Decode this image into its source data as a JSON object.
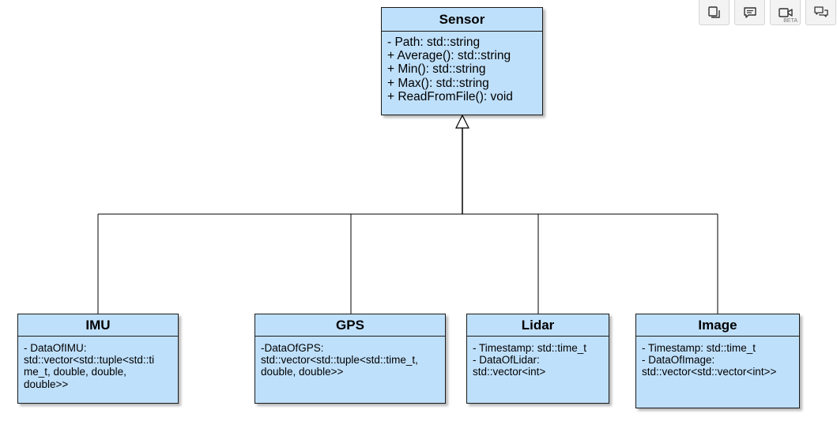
{
  "diagram": {
    "parent": {
      "name": "Sensor",
      "members": [
        "- Path: std::string",
        "+ Average(): std::string",
        "+ Min(): std::string",
        "+ Max(): std::string",
        "+ ReadFromFile(): void"
      ]
    },
    "children": [
      {
        "name": "IMU",
        "members": [
          "- DataOfIMU:\nstd::vector<std::tuple<std::ti\nme_t, double, double,\ndouble>>"
        ]
      },
      {
        "name": "GPS",
        "members": [
          "-DataOfGPS:\nstd::vector<std::tuple<std::time_t,\ndouble, double>>"
        ]
      },
      {
        "name": "Lidar",
        "members": [
          "- Timestamp: std::time_t",
          "- DataOfLidar:\nstd::vector<int>"
        ]
      },
      {
        "name": "Image",
        "members": [
          "- Timestamp: std::time_t",
          "- DataOfImage:\nstd::vector<std::vector<int>>"
        ]
      }
    ],
    "relationship": "inheritance"
  },
  "toolbar": {
    "buttons": [
      {
        "icon": "copy-icon"
      },
      {
        "icon": "comment-icon"
      },
      {
        "icon": "video-icon",
        "badge": "BETA"
      },
      {
        "icon": "chat-icon"
      }
    ]
  },
  "colors": {
    "class_fill": "#bfe0fb",
    "class_border": "#1a1a1a",
    "connector": "#000000"
  }
}
